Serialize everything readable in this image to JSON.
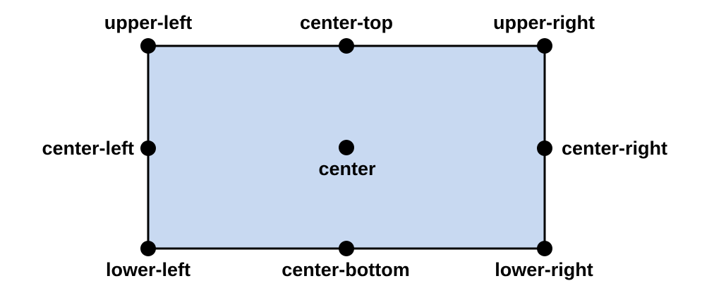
{
  "colors": {
    "rect_fill": "#c8d9f1",
    "rect_stroke": "#000000",
    "dot": "#000000",
    "text": "#000000"
  },
  "points": {
    "upper_left": "upper-left",
    "center_top": "center-top",
    "upper_right": "upper-right",
    "center_left": "center-left",
    "center": "center",
    "center_right": "center-right",
    "lower_left": "lower-left",
    "center_bottom": "center-bottom",
    "lower_right": "lower-right"
  }
}
